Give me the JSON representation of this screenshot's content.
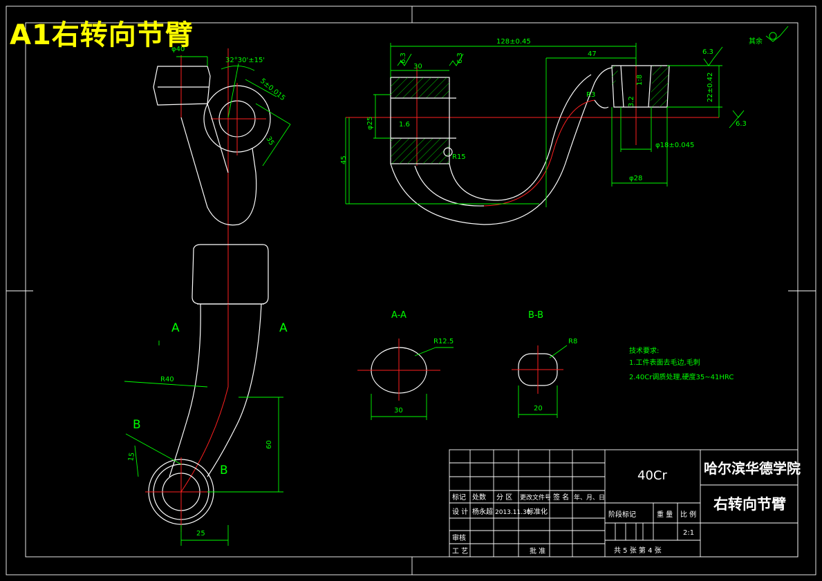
{
  "sheet_title": "A1右转向节臂",
  "roughness_note": "其余",
  "top_view_dims": {
    "d1": "128±0.45",
    "d2": "47",
    "d3": "30",
    "d4": "6.3",
    "d5": "6.3",
    "d6": "6.3",
    "d7": "6.3",
    "d8": "22±0.42",
    "d9": "φ18±0.045",
    "d10": "φ28",
    "d11": "45",
    "d12": "R3",
    "d13": "R15",
    "d14": "1.6",
    "d15": "φ25",
    "d16": "1:8",
    "d17": "3.2"
  },
  "side_view_dims": {
    "d1": "φ40",
    "d2": "32°30'±15'",
    "d3": "5±0.015",
    "d4": "35",
    "d5": "R40",
    "d6": "15",
    "d7": "60",
    "d8": "25",
    "d9": "B",
    "d10": "B",
    "d11": "A",
    "d12": "A"
  },
  "sections": {
    "aa_label": "A-A",
    "aa_radius": "R12.5",
    "aa_width": "30",
    "bb_label": "B-B",
    "bb_radius": "R8",
    "bb_width": "20"
  },
  "tech_requirements": {
    "title": "技术要求:",
    "line1": "1.工件表面去毛边,毛刺",
    "line2": "2.40Cr调质处理,硬度35~41HRC"
  },
  "title_block": {
    "material": "40Cr",
    "school": "哈尔滨华德学院",
    "part_name": "右转向节臂",
    "h_mark": "标记",
    "h_count": "处数",
    "h_zone": "分 区",
    "h_doc": "更改文件号",
    "h_sign": "签 名",
    "h_date": "年、月、日",
    "design_label": "设 计",
    "designer": "杨永超",
    "design_date": "2013.11.30",
    "std_label": "标准化",
    "review_label": "审核",
    "process_label": "工 艺",
    "approve_label": "批 准",
    "stage_label": "阶段标记",
    "weight_label": "重 量",
    "scale_label": "比 例",
    "scale": "2:1",
    "sheets": "共 5 张 第 4 张"
  }
}
